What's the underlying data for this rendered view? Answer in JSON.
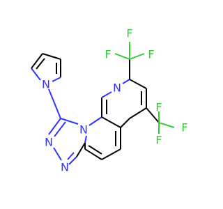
{
  "molecule": {
    "atoms": [
      {
        "id": "f1",
        "symbol": "F",
        "color": "#33cc33"
      },
      {
        "id": "f2",
        "symbol": "F",
        "color": "#33cc33"
      },
      {
        "id": "f3",
        "symbol": "F",
        "color": "#33cc33"
      },
      {
        "id": "f4",
        "symbol": "F",
        "color": "#33cc33"
      },
      {
        "id": "f5",
        "symbol": "F",
        "color": "#33cc33"
      },
      {
        "id": "f6",
        "symbol": "F",
        "color": "#33cc33"
      },
      {
        "id": "n_pyridine",
        "symbol": "N",
        "color": "#3333ff"
      },
      {
        "id": "n_pyrrole",
        "symbol": "N",
        "color": "#3333ff"
      },
      {
        "id": "n_triazole_bridge",
        "symbol": "N",
        "color": "#3333ff"
      },
      {
        "id": "n_triazole_a",
        "symbol": "N",
        "color": "#3333ff"
      },
      {
        "id": "n_triazole_b",
        "symbol": "N",
        "color": "#3333ff"
      }
    ],
    "colors": {
      "carbon_bond": "#000000",
      "nitrogen": "#3333ff",
      "fluorine": "#33cc33"
    }
  }
}
